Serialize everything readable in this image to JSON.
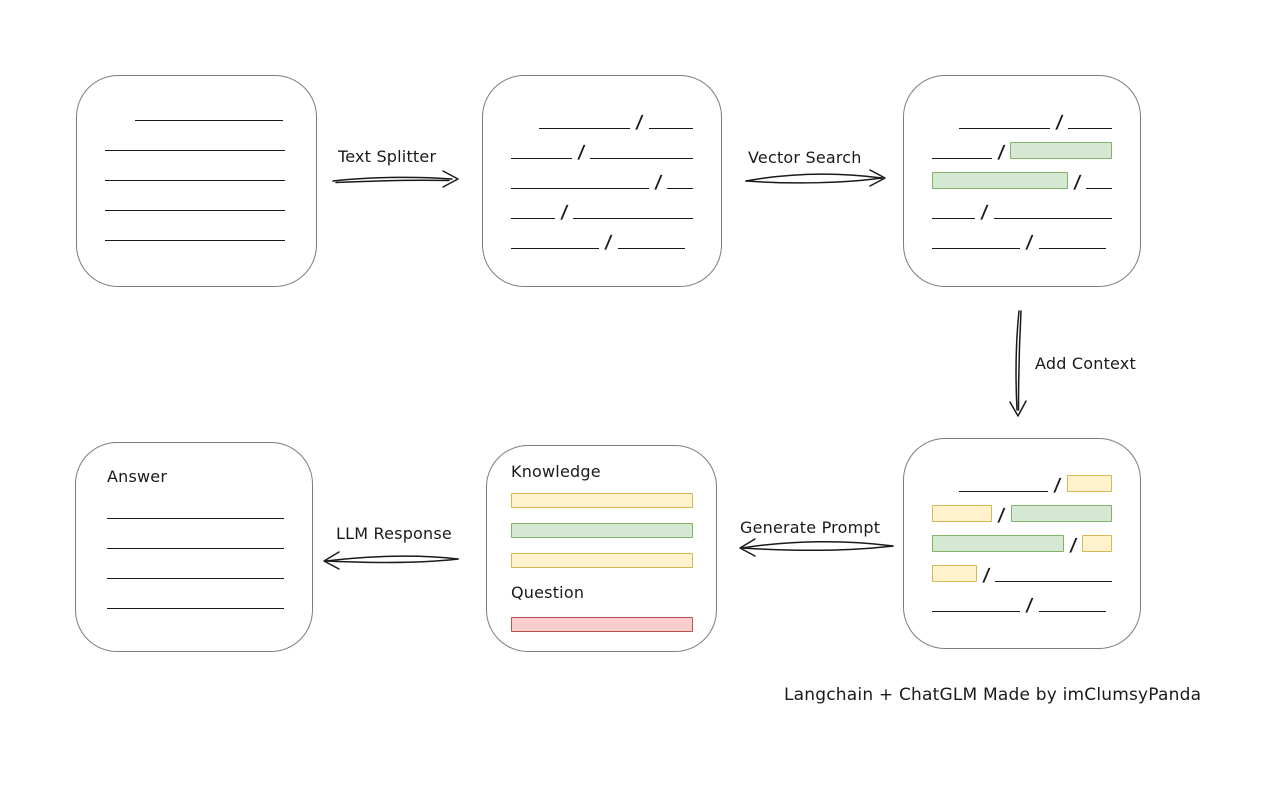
{
  "caption": "Langchain + ChatGLM Made by imClumsyPanda",
  "slash_char": "/",
  "colors": {
    "ink": "#1a1a1a",
    "box_stroke": "#7d7d7d",
    "green_fill": "#d5e8d4",
    "green_stroke": "#82b366",
    "yellow_fill": "#fff2cc",
    "yellow_stroke": "#d6b656",
    "red_fill": "#f8cecc",
    "red_stroke": "#b85450"
  },
  "arrows": [
    {
      "label": "Text Splitter"
    },
    {
      "label": "Vector Search"
    },
    {
      "label": "Add Context"
    },
    {
      "label": "Generate Prompt"
    },
    {
      "label": "LLM Response"
    }
  ],
  "boxes": {
    "document": {
      "rows": [
        [
          {
            "t": "gap",
            "w": 30
          },
          {
            "t": "line",
            "w": 148
          }
        ],
        [
          {
            "t": "line",
            "w": 180
          }
        ],
        [
          {
            "t": "line",
            "w": 180
          }
        ],
        [
          {
            "t": "line",
            "w": 180
          }
        ],
        [
          {
            "t": "line",
            "w": 180
          }
        ]
      ]
    },
    "chunks": {
      "rows": [
        [
          {
            "t": "gap",
            "w": 28
          },
          {
            "t": "line",
            "w": 93
          },
          {
            "t": "slash"
          },
          {
            "t": "line",
            "w": 45
          }
        ],
        [
          {
            "t": "line",
            "w": 62
          },
          {
            "t": "slash"
          },
          {
            "t": "line",
            "w": 105
          }
        ],
        [
          {
            "t": "line",
            "w": 138
          },
          {
            "t": "slash"
          },
          {
            "t": "line",
            "w": 26
          }
        ],
        [
          {
            "t": "line",
            "w": 44
          },
          {
            "t": "slash"
          },
          {
            "t": "line",
            "w": 120
          }
        ],
        [
          {
            "t": "line",
            "w": 88
          },
          {
            "t": "slash"
          },
          {
            "t": "line",
            "w": 67
          }
        ]
      ]
    },
    "matched_chunks": {
      "rows": [
        [
          {
            "t": "gap",
            "w": 28
          },
          {
            "t": "line",
            "w": 93
          },
          {
            "t": "slash"
          },
          {
            "t": "line",
            "w": 45
          }
        ],
        [
          {
            "t": "line",
            "w": 62
          },
          {
            "t": "slash"
          },
          {
            "t": "chip",
            "c": "green",
            "w": 105
          }
        ],
        [
          {
            "t": "chip",
            "c": "green",
            "w": 138
          },
          {
            "t": "slash"
          },
          {
            "t": "line",
            "w": 26
          }
        ],
        [
          {
            "t": "line",
            "w": 44
          },
          {
            "t": "slash"
          },
          {
            "t": "line",
            "w": 120
          }
        ],
        [
          {
            "t": "line",
            "w": 88
          },
          {
            "t": "slash"
          },
          {
            "t": "line",
            "w": 67
          }
        ]
      ]
    },
    "context_chunks": {
      "rows": [
        [
          {
            "t": "gap",
            "w": 28
          },
          {
            "t": "line",
            "w": 93
          },
          {
            "t": "slash"
          },
          {
            "t": "chip",
            "c": "yellow",
            "w": 47
          }
        ],
        [
          {
            "t": "chip",
            "c": "yellow",
            "w": 62
          },
          {
            "t": "slash"
          },
          {
            "t": "chip",
            "c": "green",
            "w": 105
          }
        ],
        [
          {
            "t": "chip",
            "c": "green",
            "w": 138
          },
          {
            "t": "slash"
          },
          {
            "t": "chip",
            "c": "yellow",
            "w": 31
          }
        ],
        [
          {
            "t": "chip",
            "c": "yellow",
            "w": 46
          },
          {
            "t": "slash"
          },
          {
            "t": "line",
            "w": 120
          }
        ],
        [
          {
            "t": "line",
            "w": 88
          },
          {
            "t": "slash"
          },
          {
            "t": "line",
            "w": 67
          }
        ]
      ]
    },
    "prompt": {
      "knowledge_label": "Knowledge",
      "question_label": "Question",
      "knowledge_bars": [
        "yellow",
        "green",
        "yellow"
      ],
      "question_bars": [
        "red"
      ]
    },
    "answer": {
      "label": "Answer",
      "rows": [
        [
          {
            "t": "line",
            "w": 178
          }
        ],
        [
          {
            "t": "line",
            "w": 178
          }
        ],
        [
          {
            "t": "line",
            "w": 178
          }
        ],
        [
          {
            "t": "line",
            "w": 178
          }
        ]
      ]
    }
  }
}
